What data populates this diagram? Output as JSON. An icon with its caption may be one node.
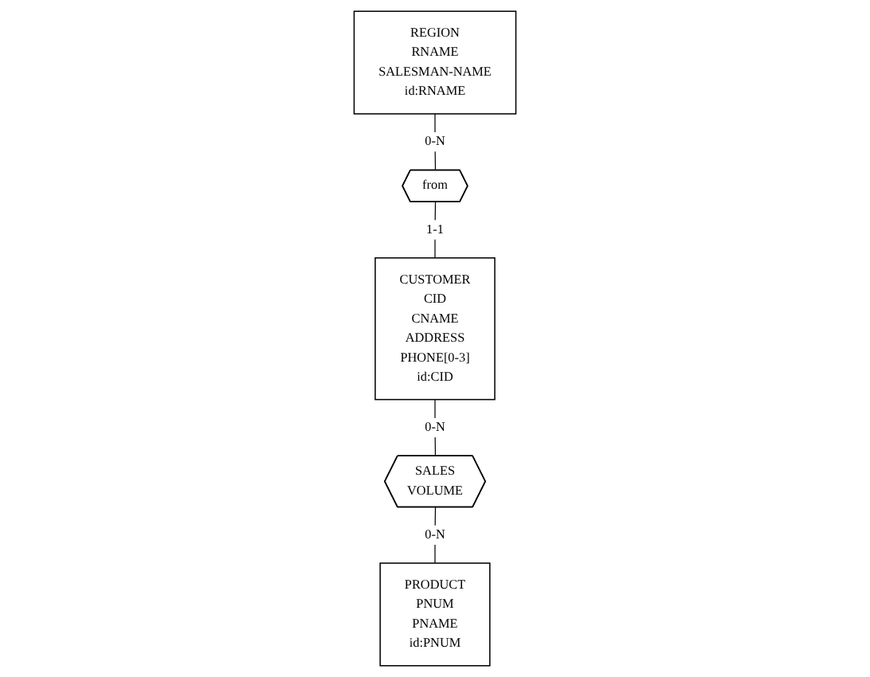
{
  "diagram": {
    "nodes": [
      {
        "text": [
          "REGION",
          "RNAME",
          "SALESMAN-NAME",
          "id:RNAME"
        ]
      },
      {
        "text": [
          "from"
        ]
      },
      {
        "text": [
          "CUSTOMER",
          "CID",
          "CNAME",
          "ADDRESS",
          "PHONE[0-3]",
          "id:CID"
        ]
      },
      {
        "text": [
          "SALES",
          "VOLUME"
        ]
      },
      {
        "text": [
          "PRODUCT",
          "PNUM",
          "PNAME",
          "id:PNUM"
        ]
      }
    ],
    "edges": [
      {
        "from": 0,
        "to": 1,
        "arrow": "none",
        "label": "0-N"
      },
      {
        "from": 1,
        "to": 2,
        "arrow": "none",
        "label": "1-1"
      },
      {
        "from": 2,
        "to": 3,
        "arrow": "none",
        "label": "0-N"
      },
      {
        "from": 3,
        "to": 4,
        "arrow": "none",
        "label": "0-N"
      }
    ]
  }
}
